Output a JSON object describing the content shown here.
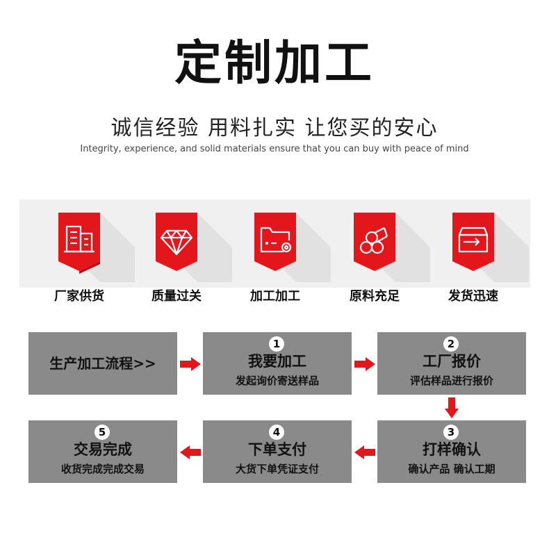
{
  "header": {
    "title": "定制加工",
    "slogan": "诚信经验 用料扎实 让您买的安心",
    "subtitle": "Integrity, experience, and solid materials ensure that you can buy with peace of mind"
  },
  "colors": {
    "accent_red": "#e3161c",
    "badge_dark": "#b50f14",
    "step_gray": "#8a8a8a",
    "band_gray": "#f0f0f0"
  },
  "features": [
    {
      "label": "厂家供货",
      "icon": "building-icon"
    },
    {
      "label": "质量过关",
      "icon": "diamond-icon"
    },
    {
      "label": "加工加工",
      "icon": "folder-gear-icon"
    },
    {
      "label": "原料充足",
      "icon": "material-rolls-icon"
    },
    {
      "label": "发货迅速",
      "icon": "shipping-box-icon"
    }
  ],
  "process": {
    "intro": "生产加工流程>>",
    "steps": [
      {
        "num": "1",
        "title": "我要加工",
        "desc": "发起询价寄送样品"
      },
      {
        "num": "2",
        "title": "工厂报价",
        "desc": "评估样品进行报价"
      },
      {
        "num": "3",
        "title": "打样确认",
        "desc": "确认产品 确认工期"
      },
      {
        "num": "4",
        "title": "下单支付",
        "desc": "大货下单凭证支付"
      },
      {
        "num": "5",
        "title": "交易完成",
        "desc": "收货完成完成交易"
      }
    ]
  }
}
